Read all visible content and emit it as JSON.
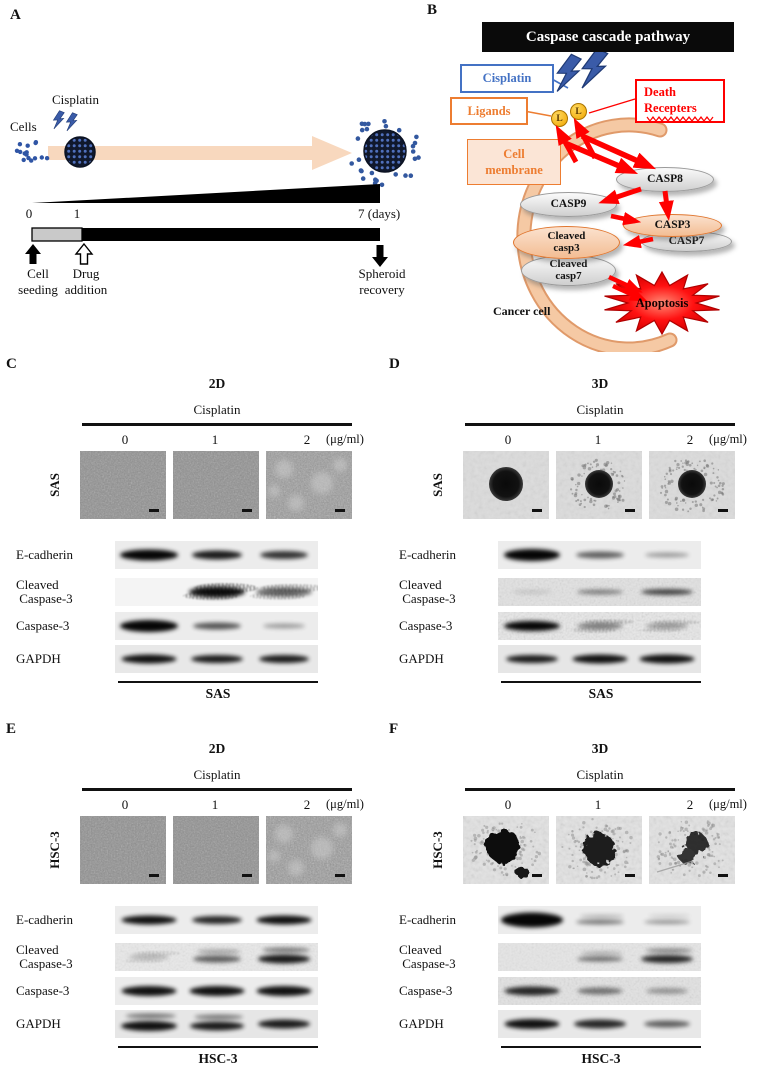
{
  "panel_a": {
    "letter": "A",
    "cells_label": "Cells",
    "cisplatin_label": "Cisplatin",
    "day0": "0",
    "day1": "1",
    "day7": "7 (days)",
    "cell_seeding": "Cell\nseeding",
    "drug_addition": "Drug\naddition",
    "spheroid_recovery": "Spheroid\nrecovery"
  },
  "panel_b": {
    "letter": "B",
    "banner": "Caspase cascade pathway",
    "cisplatin": "Cisplatin",
    "ligands": "Ligands",
    "death_receptors": "Death\nRecepters",
    "cell_membrane": "Cell\nmembrane",
    "ligand_initial_1": "L",
    "ligand_initial_2": "L",
    "casp8": "CASP8",
    "casp9": "CASP9",
    "casp3": "CASP3",
    "casp7": "CASP7",
    "cleaved_casp3": "Cleaved\ncasp3",
    "cleaved_casp7": "Cleaved\ncasp7",
    "apoptosis": "Apoptosis",
    "cancer_cell": "Cancer cell",
    "colors": {
      "accent_blue": "#4472C4",
      "accent_orange": "#ED7D31",
      "accent_red": "#FF0000",
      "membrane_peach": "#F3BE9B"
    }
  },
  "blot_panels": [
    {
      "letter": "C",
      "dimension": "2D",
      "drug": "Cisplatin",
      "doses": [
        "0",
        "1",
        "2"
      ],
      "unit": "(μg/ml)",
      "cell_line": "SAS",
      "footer": "SAS",
      "blots": [
        {
          "label": "E-cadherin",
          "bg": "#ececec",
          "bands": [
            {
              "w": 58,
              "h": 11,
              "i": 1
            },
            {
              "w": 50,
              "h": 9,
              "i": 0.9
            },
            {
              "w": 48,
              "h": 8,
              "i": 0.8
            }
          ]
        },
        {
          "label": "Cleaved\n Caspase-3",
          "bg": "#f4f4f4",
          "bands": [
            {
              "i": 0
            },
            {
              "w": 56,
              "h": 11,
              "i": 0.95,
              "s": 1
            },
            {
              "w": 56,
              "h": 9,
              "i": 0.6,
              "s": 1
            }
          ]
        },
        {
          "label": "Caspase-3",
          "bg": "#ececec",
          "bands": [
            {
              "w": 58,
              "h": 12,
              "i": 1
            },
            {
              "w": 48,
              "h": 7,
              "i": 0.65
            },
            {
              "w": 42,
              "h": 5,
              "i": 0.35
            }
          ]
        },
        {
          "label": "GAPDH",
          "bg": "#e8e8e8",
          "bands": [
            {
              "w": 55,
              "h": 9,
              "i": 0.95
            },
            {
              "w": 52,
              "h": 8,
              "i": 0.9
            },
            {
              "w": 50,
              "h": 8,
              "i": 0.9
            }
          ]
        }
      ]
    },
    {
      "letter": "D",
      "dimension": "3D",
      "drug": "Cisplatin",
      "doses": [
        "0",
        "1",
        "2"
      ],
      "unit": "(μg/ml)",
      "cell_line": "SAS",
      "footer": "SAS",
      "blots": [
        {
          "label": "E-cadherin",
          "bg": "#ececec",
          "bands": [
            {
              "w": 56,
              "h": 12,
              "i": 1
            },
            {
              "w": 48,
              "h": 7,
              "i": 0.6
            },
            {
              "w": 44,
              "h": 5,
              "i": 0.35
            }
          ]
        },
        {
          "label": "Cleaved\n Caspase-3",
          "bg": "#e3e3e3",
          "tex": 0.3,
          "bands": [
            {
              "w": 40,
              "h": 4,
              "i": 0.12
            },
            {
              "w": 46,
              "h": 5,
              "i": 0.45
            },
            {
              "w": 52,
              "h": 6,
              "i": 0.72
            }
          ]
        },
        {
          "label": "Caspase-3",
          "bg": "#e9e9e9",
          "tex": 0.35,
          "bands": [
            {
              "w": 56,
              "h": 10,
              "i": 1
            },
            {
              "w": 46,
              "h": 6,
              "i": 0.5,
              "s": 1
            },
            {
              "w": 42,
              "h": 5,
              "i": 0.4,
              "s": 1
            }
          ]
        },
        {
          "label": "GAPDH",
          "bg": "#e6e6e6",
          "bands": [
            {
              "w": 52,
              "h": 8,
              "i": 0.9
            },
            {
              "w": 55,
              "h": 9,
              "i": 0.95
            },
            {
              "w": 55,
              "h": 9,
              "i": 0.95
            }
          ]
        }
      ]
    },
    {
      "letter": "E",
      "dimension": "2D",
      "drug": "Cisplatin",
      "doses": [
        "0",
        "1",
        "2"
      ],
      "unit": "(μg/ml)",
      "cell_line": "HSC-3",
      "footer": "HSC-3",
      "blots": [
        {
          "label": "E-cadherin",
          "bg": "#ececec",
          "bands": [
            {
              "w": 55,
              "h": 9,
              "i": 0.95
            },
            {
              "w": 50,
              "h": 8,
              "i": 0.85
            },
            {
              "w": 55,
              "h": 9,
              "i": 0.95
            }
          ]
        },
        {
          "label": "Cleaved\n Caspase-3",
          "bg": "#e9e9e9",
          "tex": 0.22,
          "bands": [
            {
              "w": 40,
              "h": 5,
              "i": 0.25,
              "s": 1
            },
            {
              "w": 48,
              "h": 7,
              "i": 0.6,
              "d": 1
            },
            {
              "w": 52,
              "h": 9,
              "i": 0.9,
              "d": 1
            }
          ]
        },
        {
          "label": "Caspase-3",
          "bg": "#ececec",
          "bands": [
            {
              "w": 55,
              "h": 10,
              "i": 0.95
            },
            {
              "w": 55,
              "h": 10,
              "i": 0.95
            },
            {
              "w": 55,
              "h": 10,
              "i": 0.95
            }
          ]
        },
        {
          "label": "GAPDH",
          "bg": "#e6e6e6",
          "bands": [
            {
              "w": 56,
              "h": 10,
              "i": 0.95,
              "d": 1
            },
            {
              "w": 54,
              "h": 9,
              "i": 0.9,
              "d": 1
            },
            {
              "w": 52,
              "h": 9,
              "i": 0.9
            }
          ]
        }
      ]
    },
    {
      "letter": "F",
      "dimension": "3D",
      "drug": "Cisplatin",
      "doses": [
        "0",
        "1",
        "2"
      ],
      "unit": "(μg/ml)",
      "cell_line": "HSC-3",
      "footer": "HSC-3",
      "blots": [
        {
          "label": "E-cadherin",
          "bg": "#ececec",
          "bands": [
            {
              "w": 62,
              "h": 15,
              "i": 1
            },
            {
              "w": 48,
              "h": 5,
              "i": 0.5,
              "d": 1
            },
            {
              "w": 46,
              "h": 4,
              "i": 0.4,
              "d": 1
            }
          ]
        },
        {
          "label": "Cleaved\n Caspase-3",
          "bg": "#e6e6e6",
          "tex": 0.22,
          "bands": [
            {
              "i": 0
            },
            {
              "w": 46,
              "h": 5,
              "i": 0.55,
              "d": 1
            },
            {
              "w": 52,
              "h": 8,
              "i": 0.85,
              "d": 1
            }
          ]
        },
        {
          "label": "Caspase-3",
          "bg": "#e3e3e3",
          "tex": 0.28,
          "bands": [
            {
              "w": 55,
              "h": 9,
              "i": 0.85
            },
            {
              "w": 45,
              "h": 7,
              "i": 0.5
            },
            {
              "w": 42,
              "h": 6,
              "i": 0.35
            }
          ]
        },
        {
          "label": "GAPDH",
          "bg": "#e8e8e8",
          "bands": [
            {
              "w": 55,
              "h": 10,
              "i": 0.95
            },
            {
              "w": 52,
              "h": 9,
              "i": 0.85
            },
            {
              "w": 46,
              "h": 7,
              "i": 0.6
            }
          ]
        }
      ]
    }
  ]
}
